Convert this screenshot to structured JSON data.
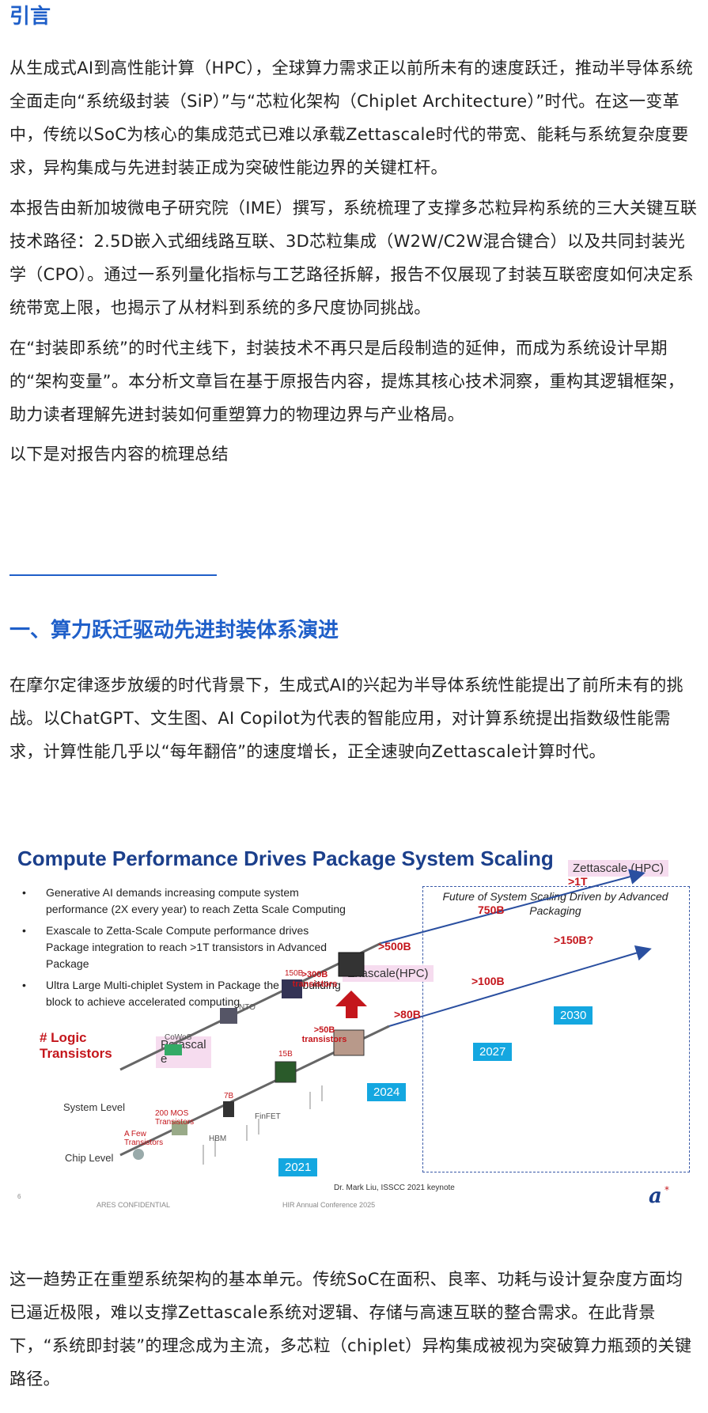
{
  "sections": {
    "intro_heading": "引言",
    "intro_paragraphs": [
      "从生成式AI到高性能计算（HPC），全球算力需求正以前所未有的速度跃迁，推动半导体系统全面走向“系统级封装（SiP）”与“芯粒化架构（Chiplet Architecture）”时代。在这一变革中，传统以SoC为核心的集成范式已难以承载Zettascale时代的带宽、能耗与系统复杂度要求，异构集成与先进封装正成为突破性能边界的关键杠杆。",
      "本报告由新加坡微电子研究院（IME）撰写，系统梳理了支撑多芯粒异构系统的三大关键互联技术路径：2.5D嵌入式细线路互联、3D芯粒集成（W2W/C2W混合键合）以及共同封装光学（CPO）。通过一系列量化指标与工艺路径拆解，报告不仅展现了封装互联密度如何决定系统带宽上限，也揭示了从材料到系统的多尺度协同挑战。",
      "在“封装即系统”的时代主线下，封装技术不再只是后段制造的延伸，而成为系统设计早期的“架构变量”。本分析文章旨在基于原报告内容，提炼其核心技术洞察，重构其逻辑框架，助力读者理解先进封装如何重塑算力的物理边界与产业格局。"
    ],
    "summary_line": "以下是对报告内容的梳理总结",
    "section1_heading": "一、算力跃迁驱动先进封装体系演进",
    "section1_paragraph": "在摩尔定律逐步放缓的时代背景下，生成式AI的兴起为半导体系统性能提出了前所未有的挑战。以ChatGPT、文生图、AI Copilot为代表的智能应用，对计算系统提出指数级性能需求，计算性能几乎以“每年翻倍”的速度增长，正全速驶向Zettascale计算时代。",
    "closing_paragraph": "这一趋势正在重塑系统架构的基本单元。传统SoC在面积、良率、功耗与设计复杂度方面均已逼近极限，难以支撑Zettascale系统对逻辑、存储与高速互联的整合需求。在此背景下，“系统即封装”的理念成为主流，多芯粒（chiplet）异构集成被视为突破算力瓶颈的关键路径。"
  },
  "figure": {
    "title": "Compute Performance Drives Package System Scaling",
    "bullets": [
      "Generative AI demands increasing compute system performance (2X every year) to reach Zetta Scale Computing",
      "Exascale to Zetta-Scale Compute performance drives Package integration to reach >1T transistors in Advanced Package",
      "Ultra Large Multi-chiplet System in Package the key building block to achieve accelerated computing"
    ],
    "future_box": "Future of System Scaling Driven by Advanced Packaging",
    "zettascale": "Zettascale (HPC)",
    "exascale": "Exascale(HPC)",
    "petascale": "Petascal\ne",
    "logic_label": "# Logic Transistors",
    "system_level": "System Level",
    "chip_level": "Chip Level",
    "upper_values": [
      ">500B",
      "750B",
      ">1T"
    ],
    "lower_values": [
      ">80B",
      ">100B",
      ">150B?"
    ],
    "t300": ">300B transistors",
    "t50": ">50B transistors",
    "years": [
      "2021",
      "2024",
      "2027",
      "2030"
    ],
    "small_labels": [
      "A Few Transistors",
      "200 MOS Transistors",
      "7B",
      "15B",
      "150B",
      "NTO",
      "CoWoS",
      "FinFET",
      "HBM"
    ],
    "credit": "Dr. Mark Liu, ISSCC 2021 keynote",
    "footer_left": "ARES CONFIDENTIAL",
    "footer_mid": "HIR Annual Conference 2025",
    "page_no": "6",
    "colors": {
      "title": "#1b3f8b",
      "arrow": "#2a4fa0",
      "accent_red": "#c4161c",
      "year_box": "#14a7e0",
      "tag_pink": "#f6dcef",
      "heading_blue": "#1f5fc9"
    }
  }
}
